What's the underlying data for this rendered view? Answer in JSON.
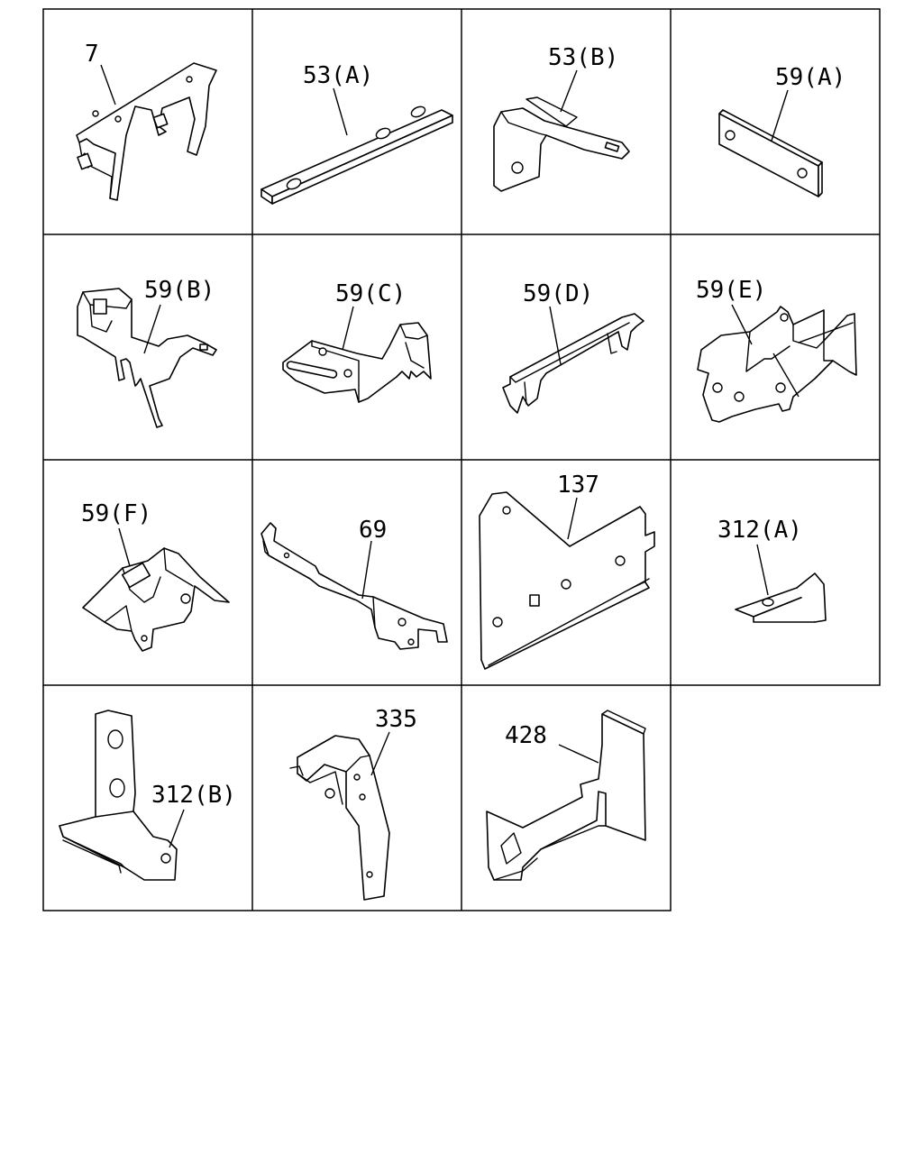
{
  "diagram": {
    "cells": [
      {
        "id": "7",
        "label": "7"
      },
      {
        "id": "53a",
        "label": "53(A)"
      },
      {
        "id": "53b",
        "label": "53(B)"
      },
      {
        "id": "59a",
        "label": "59(A)"
      },
      {
        "id": "59b",
        "label": "59(B)"
      },
      {
        "id": "59c",
        "label": "59(C)"
      },
      {
        "id": "59d",
        "label": "59(D)"
      },
      {
        "id": "59e",
        "label": "59(E)"
      },
      {
        "id": "59f",
        "label": "59(F)"
      },
      {
        "id": "69",
        "label": "69"
      },
      {
        "id": "137",
        "label": "137"
      },
      {
        "id": "312a",
        "label": "312(A)"
      },
      {
        "id": "312b",
        "label": "312(B)"
      },
      {
        "id": "335",
        "label": "335"
      },
      {
        "id": "428",
        "label": "428"
      }
    ]
  }
}
